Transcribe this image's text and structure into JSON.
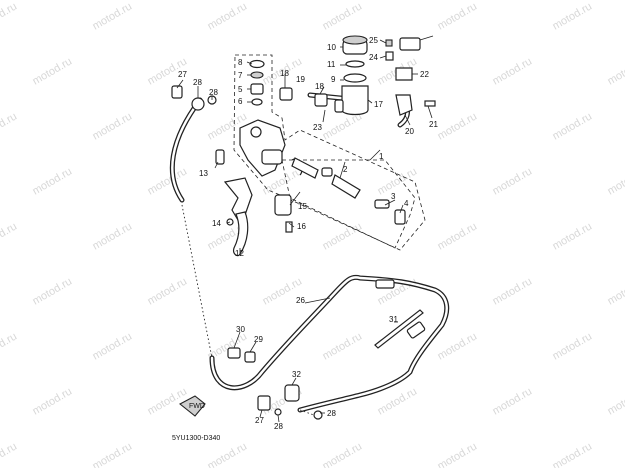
{
  "watermark": {
    "text": "motod.ru"
  },
  "diagram": {
    "reference_code": "5YU1300-D340",
    "front_arrow_label": "FWD",
    "callouts": {
      "c1": "1",
      "c2": "2",
      "c3": "3",
      "c4": "4",
      "c5": "5",
      "c6": "6",
      "c7": "7",
      "c8": "8",
      "c9": "9",
      "c10": "10",
      "c11": "11",
      "c12": "12",
      "c13": "13",
      "c14": "14",
      "c15": "15",
      "c16": "16",
      "c17": "17",
      "c18": "18",
      "c19": "19",
      "c20": "20",
      "c21": "21",
      "c22": "22",
      "c23": "23",
      "c24": "24",
      "c25": "25",
      "c26": "26",
      "c27a": "27",
      "c27b": "27",
      "c28a": "28",
      "c28b": "28",
      "c28c": "28",
      "c28d": "28",
      "c29": "29",
      "c30": "30",
      "c31": "31",
      "c32": "32"
    }
  }
}
